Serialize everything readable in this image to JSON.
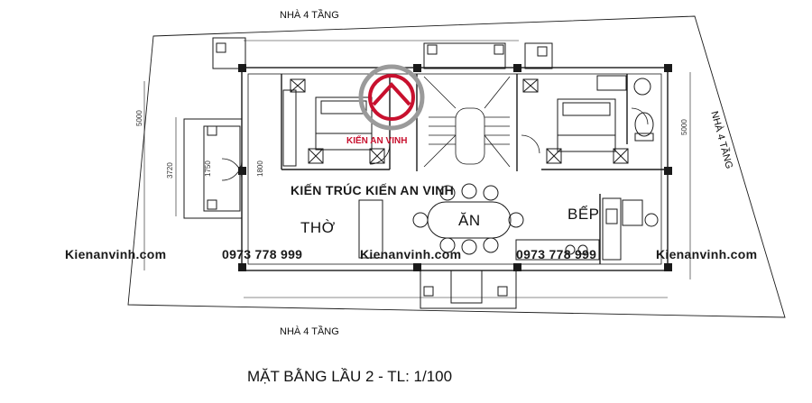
{
  "labels": {
    "neighbor_top": "NHÀ 4 TẦNG",
    "neighbor_right": "NHÀ 4 TẦNG",
    "neighbor_bottom": "NHÀ 4 TẦNG",
    "room_tho": "THỜ",
    "room_an": "ĂN",
    "room_bep": "BẾP",
    "center_title": "KIẾN TRÚC KIẾN AN VINH",
    "drawing_title": "MẶT BẰNG LẦU 2 - TL: 1/100"
  },
  "watermarks": {
    "site_1": "Kienanvinh.com",
    "phone_1": "0973 778 999",
    "site_2": "Kienanvinh.com",
    "phone_2": "0973 778 999",
    "site_3": "Kienanvinh.com",
    "logo_text": "KIẾN AN VINH"
  },
  "dimensions": {
    "left_outer": "5000",
    "left_mid": "3720",
    "left_inner_1": "1750",
    "left_inner_2": "1800",
    "right_outer": "5000"
  },
  "colors": {
    "line": "#1a1a1a",
    "logo_red": "#c8102e",
    "logo_gray": "#9a9a9a",
    "background": "#ffffff"
  }
}
